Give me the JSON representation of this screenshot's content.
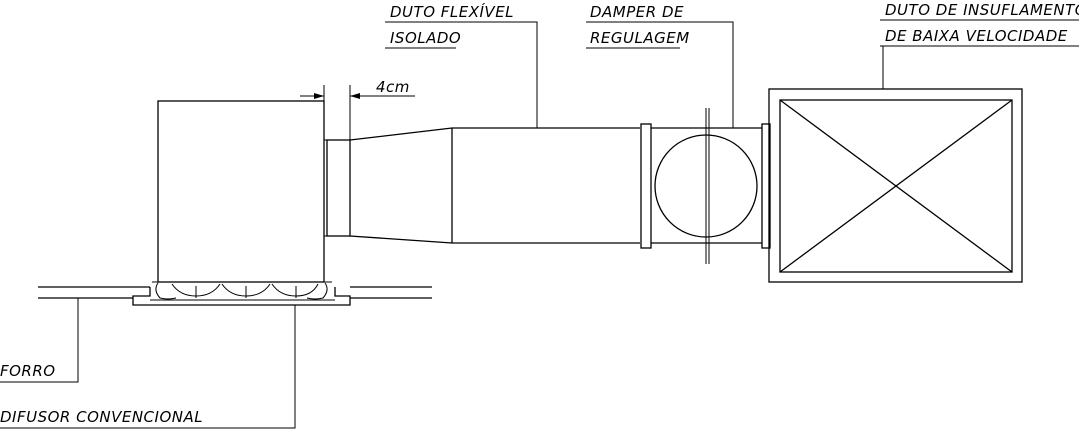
{
  "labels": {
    "duto_flexivel_l1": "DUTO FLEXÍVEL",
    "duto_flexivel_l2": "ISOLADO",
    "damper_l1": "DAMPER DE",
    "damper_l2": "REGULAGEM",
    "duto_insuflamento_l1": "DUTO DE INSUFLAMENTO",
    "duto_insuflamento_l2": "DE BAIXA VELOCIDADE",
    "dimension": "4cm",
    "forro": "FORRO",
    "difusor": "DIFUSOR CONVENCIONAL"
  }
}
